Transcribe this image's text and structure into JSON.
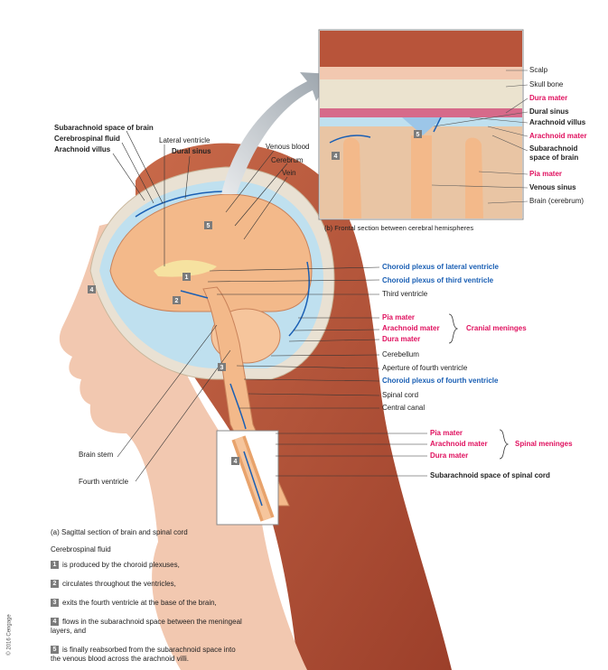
{
  "inset_labels": {
    "scalp": "Scalp",
    "skull_bone": "Skull bone",
    "dura_mater": "Dura mater",
    "dural_sinus": "Dural sinus",
    "arachnoid_villus": "Arachnoid villus",
    "arachnoid_mater": "Arachnoid mater",
    "subarachnoid_space_brain_1": "Subarachnoid",
    "subarachnoid_space_brain_2": "space of brain",
    "pia_mater": "Pia mater",
    "venous_sinus": "Venous sinus",
    "brain_cerebrum": "Brain (cerebrum)",
    "caption": "(b) Frontal section between cerebral hemispheres"
  },
  "left_labels": {
    "subarachnoid_space_brain": "Subarachnoid space of brain",
    "cerebrospinal_fluid": "Cerebrospinal fluid",
    "arachnoid_villus": "Arachnoid villus",
    "lateral_ventricle": "Lateral ventricle",
    "dural_sinus": "Dural sinus",
    "venous_blood": "Venous blood",
    "cerebrum": "Cerebrum",
    "vein": "Vein",
    "brain_stem": "Brain stem",
    "fourth_ventricle": "Fourth ventricle"
  },
  "right_labels": {
    "choroid_lateral": "Choroid plexus of lateral ventricle",
    "choroid_third": "Choroid plexus of third ventricle",
    "third_ventricle": "Third ventricle",
    "pia_mater": "Pia mater",
    "arachnoid_mater": "Arachnoid mater",
    "dura_mater": "Dura mater",
    "cranial_meninges": "Cranial meninges",
    "cerebellum": "Cerebellum",
    "aperture_fourth": "Aperture of fourth ventricle",
    "choroid_fourth": "Choroid plexus of fourth ventricle",
    "spinal_cord": "Spinal cord",
    "central_canal": "Central canal",
    "spinal_pia": "Pia mater",
    "spinal_arachnoid": "Arachnoid mater",
    "spinal_dura": "Dura mater",
    "spinal_meninges": "Spinal meninges",
    "subarachnoid_spinal": "Subarachnoid space of spinal cord"
  },
  "markers": [
    "1",
    "2",
    "3",
    "4",
    "5"
  ],
  "caption_a": "(a) Sagittal section of brain and spinal cord",
  "steps_title": "Cerebrospinal fluid",
  "steps": [
    {
      "num": "1",
      "text": "is produced by the choroid plexuses,"
    },
    {
      "num": "2",
      "text": "circulates throughout the ventricles,"
    },
    {
      "num": "3",
      "text": "exits the fourth ventricle at the base of the brain,"
    },
    {
      "num": "4",
      "text_1": "flows in the subarachnoid space between the meningeal",
      "text_2": "layers, and"
    },
    {
      "num": "5",
      "text_1": "is finally reabsorbed from the subarachnoid space into",
      "text_2": "the venous blood across the arachnoid villi."
    }
  ],
  "copyright": "© 2016 Cengage",
  "colors": {
    "pink": "#e0115f",
    "blue": "#1a5fb4",
    "csf": "#bfe0ef",
    "hair": "#b8543a",
    "skin": "#f2c8b0",
    "brain": "#f3b98a"
  }
}
